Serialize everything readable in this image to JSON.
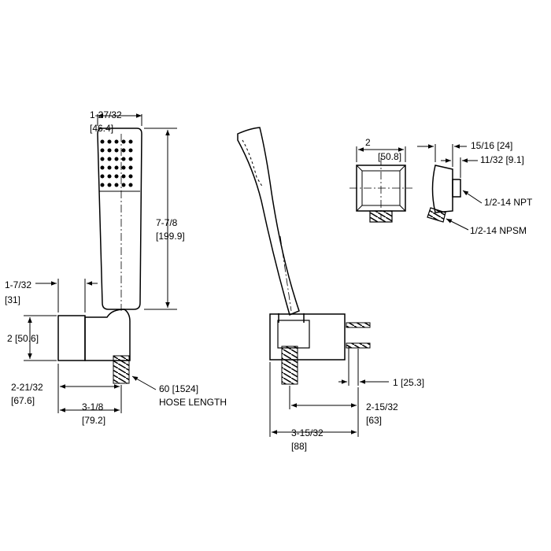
{
  "labels": {
    "width_head": "1-27/32",
    "width_head_mm": "[46.4]",
    "height_head": "7-7/8",
    "height_head_mm": "[199.9]",
    "bracket_width": "1-7/32",
    "bracket_width_mm": "[31]",
    "bracket_height": "2 [50.6]",
    "proj_1": "2-21/32",
    "proj_1_mm": "[67.6]",
    "proj_2": "3-1/8",
    "proj_2_mm": "[79.2]",
    "hose_length": "60 [1524]",
    "hose_label": "HOSE LENGTH",
    "offset": "1  [25.3]",
    "side_proj_1": "2-15/32",
    "side_proj_1_mm": "[63]",
    "side_proj_2": "3-15/32",
    "side_proj_2_mm": "[88]",
    "elbow_width": "2",
    "elbow_width_mm": "[50.8]",
    "elbow_depth": "15/16 [24]",
    "elbow_step": "11/32 [9.1]",
    "thread_npt": "1/2-14 NPT",
    "thread_npsm": "1/2-14 NPSM"
  }
}
